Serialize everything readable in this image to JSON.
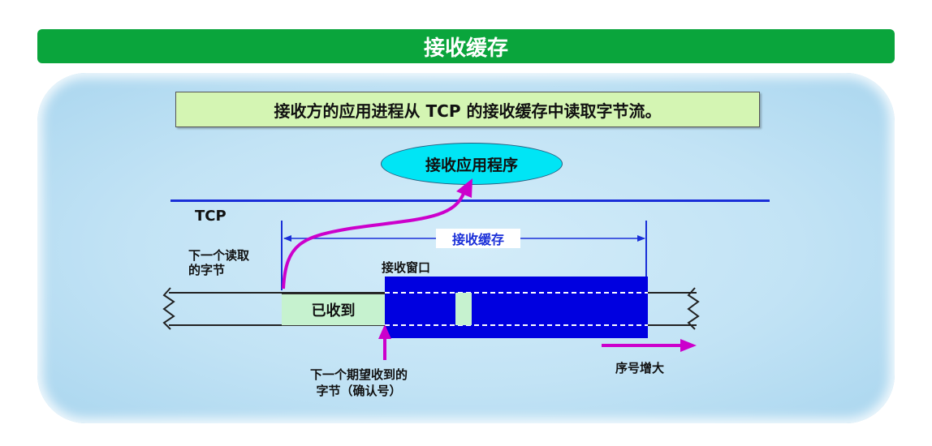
{
  "title": "接收缓存",
  "note": "接收方的应用进程从 TCP 的接收缓存中读取字节流。",
  "app_label": "接收应用程序",
  "tcp_label": "TCP",
  "buffer_label": "接收缓存",
  "next_read_label": [
    "下一个读取",
    "的字节"
  ],
  "recv_window_label": "接收窗口",
  "received_label": "已收到",
  "next_expected_label": [
    "下一个期望收到的",
    "字节（确认号）"
  ],
  "seq_increase_label": "序号增大",
  "colors": {
    "title_bar": "#0aa53c",
    "tcp_line": "#1a2fd8",
    "window_fill": "#0000e0",
    "received_fill": "#c6f2cf",
    "arrow": "#cc00cc",
    "ellipse": "#00e5f5"
  }
}
